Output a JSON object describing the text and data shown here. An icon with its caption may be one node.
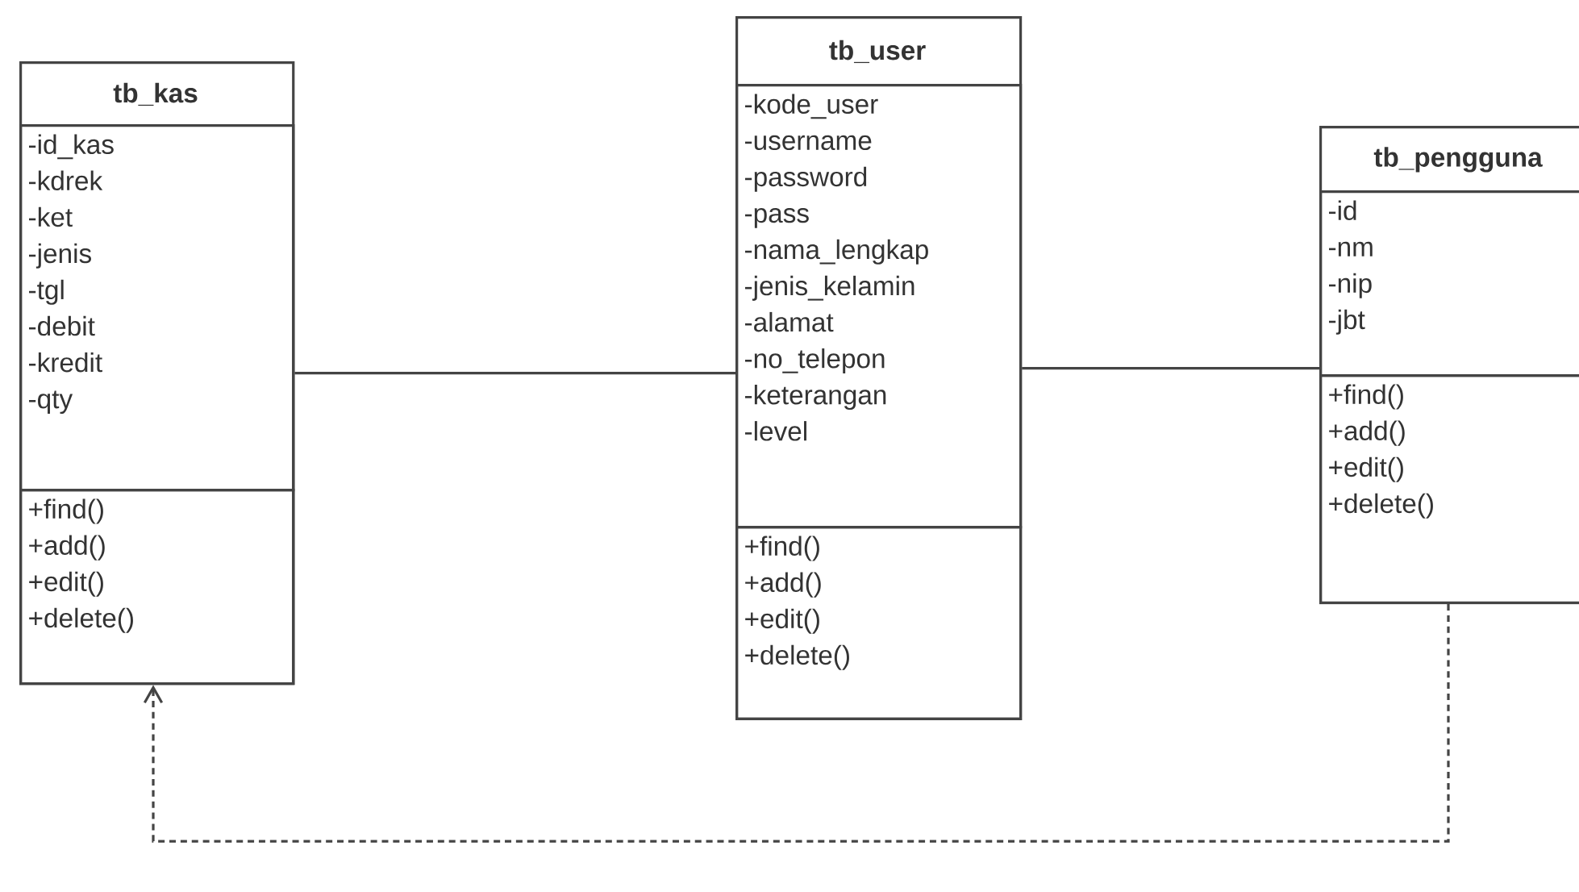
{
  "diagram": {
    "nodes": [
      {
        "text": [
          "tb_kas"
        ]
      },
      {
        "text": [
          "-id_kas",
          "-kdrek",
          "-ket",
          "-jenis",
          "-tgl",
          "-debit",
          "-kredit",
          "-qty"
        ],
        "in": 0
      },
      {
        "text": [
          "+find()",
          "+add()",
          "+edit()",
          "+delete()"
        ],
        "in": 0
      },
      {
        "text": [
          "tb_user"
        ]
      },
      {
        "text": [
          "-kode_user",
          "-username",
          "-password",
          "-pass",
          "-nama_lengkap",
          "-jenis_kelamin",
          "-alamat",
          "-no_telepon",
          "-keterangan",
          "-level"
        ],
        "in": 3
      },
      {
        "text": [
          "+find()",
          "+add()",
          "+edit()",
          "+delete()"
        ],
        "in": 3
      },
      {
        "text": [
          "tb_pengguna"
        ]
      },
      {
        "text": [
          "-id",
          "-nm",
          "-nip",
          "-jbt"
        ],
        "in": 6
      },
      {
        "text": [
          "+find()",
          "+add()",
          "+edit()",
          "+delete()"
        ],
        "in": 6
      }
    ],
    "edges": [
      {
        "from": 0,
        "to": 3,
        "arrow": "none"
      },
      {
        "from": 3,
        "to": 6,
        "arrow": "none"
      },
      {
        "from": 6,
        "to": 0,
        "arrow": "to",
        "style": "dashed"
      }
    ]
  }
}
